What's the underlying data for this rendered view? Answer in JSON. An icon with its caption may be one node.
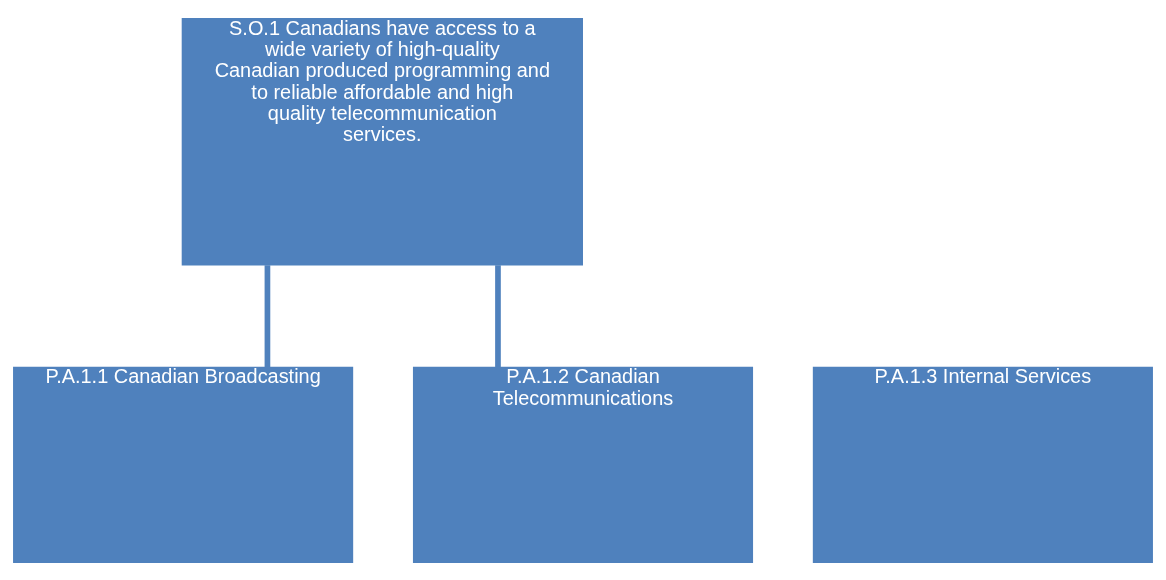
{
  "diagram": {
    "nodes": [
      {
        "text": [
          "S.O.1 Canadians have access to a wide variety of high-quality Canadian produced programming and to reliable affordable and high quality telecommunication services."
        ]
      },
      {
        "text": [
          "P.A.1.1 Canadian Broadcasting"
        ]
      },
      {
        "text": [
          "P.A.1.2 Canadian Telecommunications"
        ]
      },
      {
        "text": [
          "P.A.1.3 Internal Services"
        ]
      }
    ],
    "edges": [
      {
        "from": 0,
        "to": 1,
        "arrow": "none"
      },
      {
        "from": 0,
        "to": 2,
        "arrow": "none"
      }
    ]
  }
}
